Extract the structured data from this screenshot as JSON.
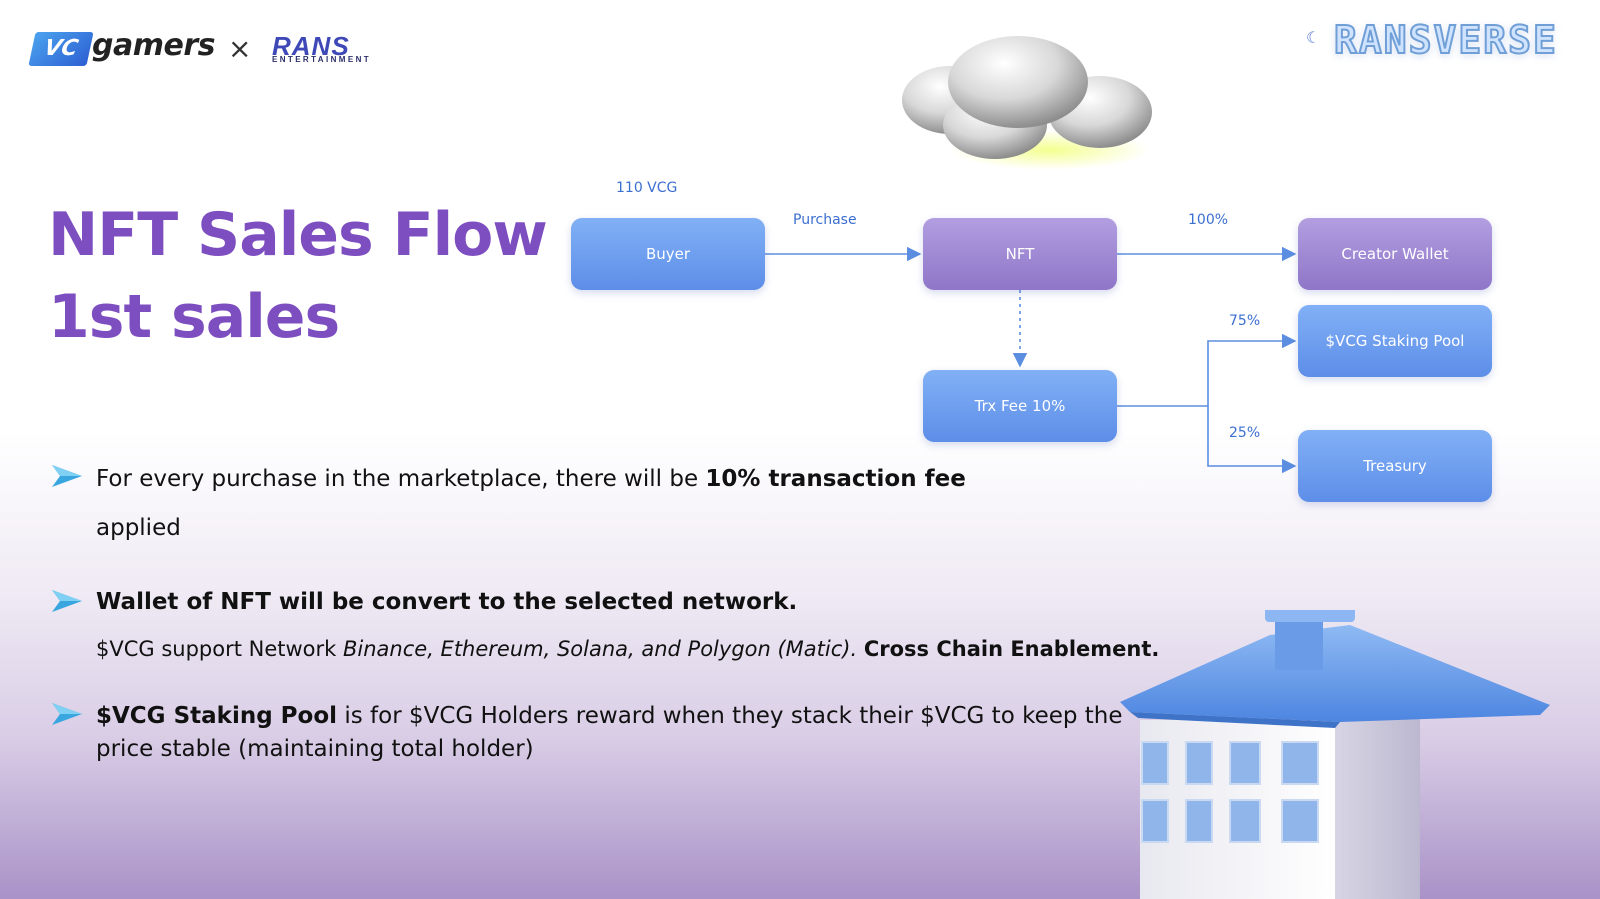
{
  "header": {
    "partner_logo_text": "gamers",
    "partner_logo_mark": "VC",
    "separator": "×",
    "rans_logo": "RANS",
    "rans_logo_sub": "ENTERTAINMENT",
    "ransverse_logo": "RANSVERSE"
  },
  "title": {
    "line1": "NFT Sales Flow",
    "line2": "1st sales"
  },
  "flow": {
    "price_label": "110 VCG",
    "purchase_label": "Purchase",
    "creator_percent": "100%",
    "staking_percent": "75%",
    "treasury_percent": "25%",
    "nodes": {
      "buyer": "Buyer",
      "nft": "NFT",
      "creator_wallet": "Creator Wallet",
      "staking_pool": "$VCG Staking Pool",
      "trx_fee": "Trx Fee 10%",
      "treasury": "Treasury"
    }
  },
  "bullets": {
    "b1_text": "For every purchase in the marketplace, there will be ",
    "b1_bold": "10% transaction fee",
    "b1_cont": "applied",
    "b2_bold": "Wallet of NFT will be convert to the selected network.",
    "b2_sub_text": "$VCG support Network ",
    "b2_sub_italic": "Binance, Ethereum, Solana, and Polygon (Matic).",
    "b2_sub_bold": "Cross Chain Enablement.",
    "b3_bold": "$VCG Staking Pool",
    "b3_text": " is for $VCG Holders reward when they stack their $VCG to keep the",
    "b3_cont": "price stable (maintaining total holder)"
  },
  "colors": {
    "title": "#7d4ec0",
    "node_blue": "#6a9aec",
    "node_purple": "#9e86d2",
    "arrow": "#5b8de0",
    "bullet_arrow": "#3aa6e0"
  },
  "icons": [
    "cloud-illustration",
    "house-illustration",
    "bullet-arrow-icon"
  ]
}
